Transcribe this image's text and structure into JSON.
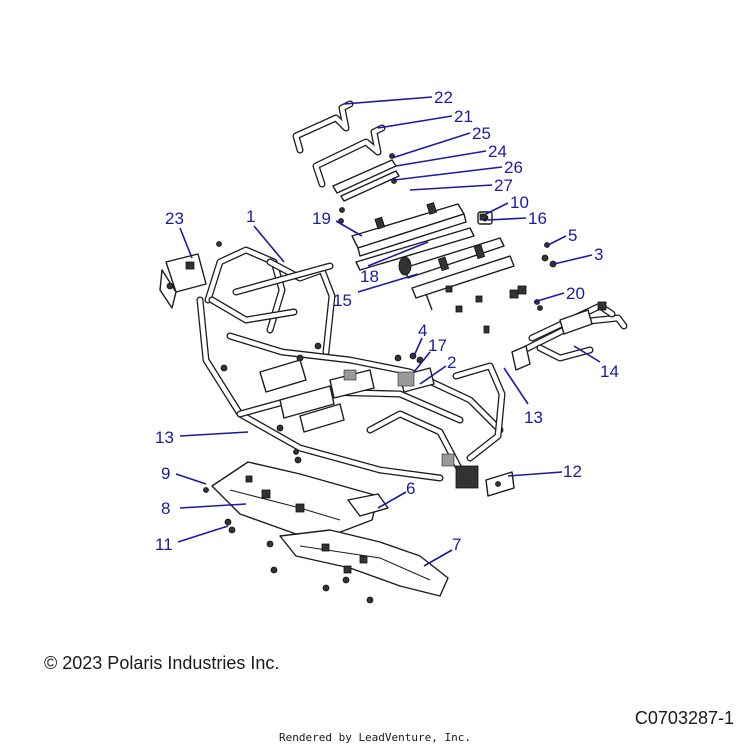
{
  "copyright": "© 2023 Polaris Industries Inc.",
  "diagram_id": "C0703287-1",
  "rendered_by": "Rendered by LeadVenture, Inc.",
  "callouts": [
    {
      "label": "22"
    },
    {
      "label": "21"
    },
    {
      "label": "25"
    },
    {
      "label": "24"
    },
    {
      "label": "26"
    },
    {
      "label": "27"
    },
    {
      "label": "10"
    },
    {
      "label": "16"
    },
    {
      "label": "5"
    },
    {
      "label": "3"
    },
    {
      "label": "23"
    },
    {
      "label": "1"
    },
    {
      "label": "19"
    },
    {
      "label": "18"
    },
    {
      "label": "15"
    },
    {
      "label": "20"
    },
    {
      "label": "14"
    },
    {
      "label": "4"
    },
    {
      "label": "17"
    },
    {
      "label": "2"
    },
    {
      "label": "13"
    },
    {
      "label": "13"
    },
    {
      "label": "12"
    },
    {
      "label": "9"
    },
    {
      "label": "6"
    },
    {
      "label": "8"
    },
    {
      "label": "11"
    },
    {
      "label": "7"
    }
  ],
  "colors": {
    "callout": "#1a1aa6",
    "line_art": "#1c1c1c"
  }
}
